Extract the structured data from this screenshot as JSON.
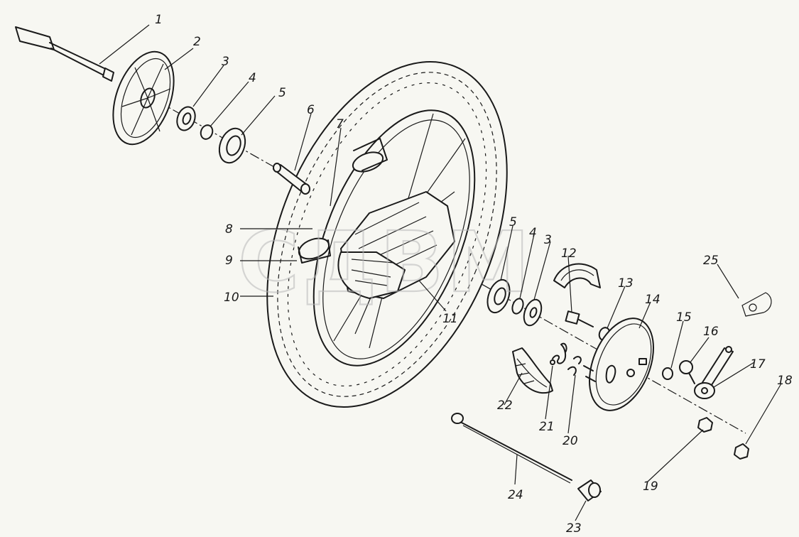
{
  "watermark": "СДВМ",
  "labels": [
    "1",
    "2",
    "3",
    "4",
    "5",
    "6",
    "7",
    "8",
    "9",
    "10",
    "11",
    "5",
    "4",
    "3",
    "12",
    "13",
    "14",
    "15",
    "16",
    "17",
    "18",
    "19",
    "20",
    "21",
    "22",
    "23",
    "24",
    "25"
  ]
}
